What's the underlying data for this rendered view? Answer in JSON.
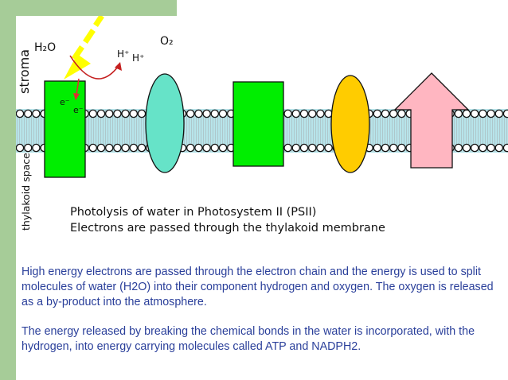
{
  "labels": {
    "h2o": "H₂O",
    "o2": "O₂",
    "h_plus_1": "H⁺",
    "h_plus_2": "H⁺",
    "electron_1": "e⁻",
    "electron_2": "e⁻",
    "stroma": "stroma",
    "thylakoid_space": "thylakoid space"
  },
  "caption": {
    "line1": "Photolysis of water in Photosystem II (PSII)",
    "line2": "Electrons are passed through the thylakoid membrane"
  },
  "paragraphs": [
    "High energy electrons are passed through the electron chain and the energy is used to split molecules of water (H2O) into their component hydrogen and oxygen.  The oxygen is released as a by-product into the atmosphere.",
    "The energy released by breaking the chemical bonds in the water is incorporated, with the hydrogen, into energy carrying molecules called ATP and NADPH2."
  ],
  "colors": {
    "background_band": "#a6cc98",
    "membrane": "#b7e4ea",
    "psii_complex": "#00ee00",
    "cytochrome": "#66e3c8",
    "psi_complex": "#00ee00",
    "ferredoxin": "#ffcc00",
    "atp_synthase": "#ffb6c1",
    "light_arrow": "#ffff00",
    "electron_arrow": "#e03030",
    "body_text": "#2a3f9a"
  }
}
